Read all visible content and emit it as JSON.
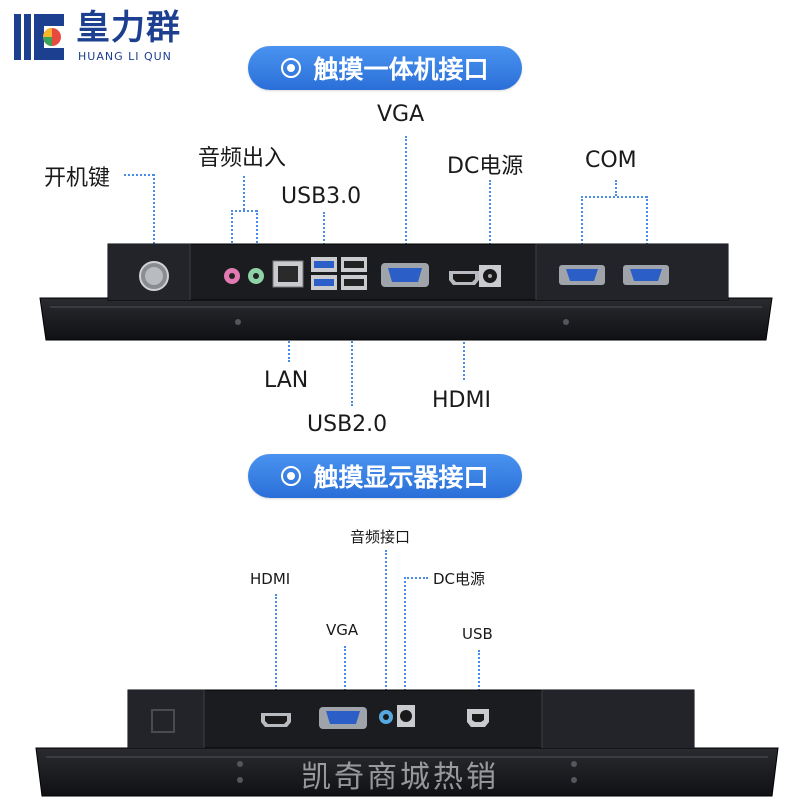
{
  "logo": {
    "name_cn": "皇力群",
    "name_en": "HUANG LI QUN"
  },
  "section1": {
    "title": "触摸一体机接口",
    "labels": {
      "power": "开机键",
      "audio": "音频出入",
      "usb3": "USB3.0",
      "vga": "VGA",
      "dc": "DC电源",
      "com": "COM",
      "lan": "LAN",
      "hdmi": "HDMI",
      "usb2": "USB2.0"
    }
  },
  "section2": {
    "title": "触摸显示器接口",
    "labels": {
      "audio": "音频接口",
      "dc": "DC电源",
      "hdmi": "HDMI",
      "vga": "VGA",
      "usb": "USB"
    }
  },
  "watermark": "凯奇商城热销",
  "colors": {
    "accent": "#2f7be0",
    "brand": "#1d3f8f",
    "device": "#1e1f22",
    "port_blue": "#2b5fc7"
  },
  "icons": [
    "power-button-icon",
    "audio-jack-icon",
    "rj45-port-icon",
    "usb-port-icon",
    "vga-port-icon",
    "hdmi-port-icon",
    "dc-jack-icon",
    "com-port-icon",
    "usb-b-port-icon",
    "radio-dot-icon"
  ]
}
